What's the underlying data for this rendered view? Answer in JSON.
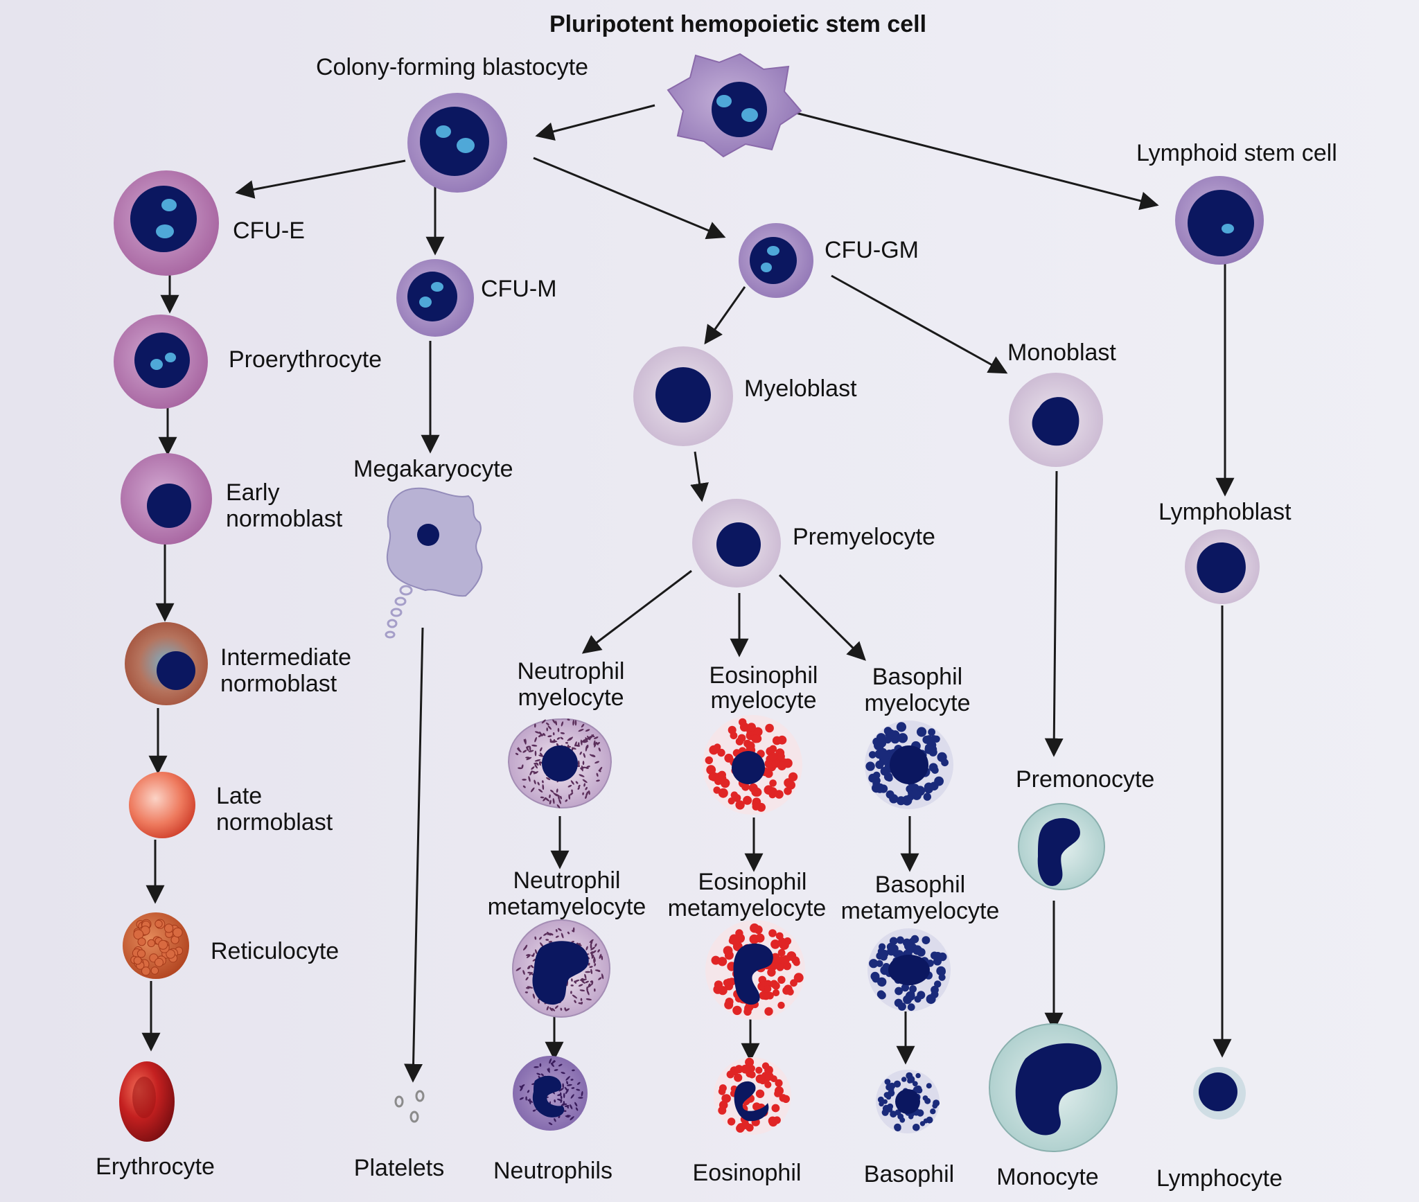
{
  "title": "Pluripotent hemopoietic stem cell",
  "stem_cells": {
    "blastocyte": "Colony-forming blastocyte",
    "lymphoid": "Lymphoid stem cell"
  },
  "progenitors": {
    "cfu_e": "CFU-E",
    "cfu_m": "CFU-M",
    "cfu_gm": "CFU-GM"
  },
  "erythroid": {
    "proerythrocyte": "Proerythrocyte",
    "early_normoblast": [
      "Early",
      "normoblast"
    ],
    "intermediate_normoblast": [
      "Intermediate",
      "normoblast"
    ],
    "late_normoblast": [
      "Late",
      "normoblast"
    ],
    "reticulocyte": "Reticulocyte"
  },
  "megakaryocyte": "Megakaryocyte",
  "granulocytic": {
    "myeloblast": "Myeloblast",
    "premyelocyte": "Premyelocyte",
    "neutrophil_myelocyte": [
      "Neutrophil",
      "myelocyte"
    ],
    "eosinophil_myelocyte": [
      "Eosinophil",
      "myelocyte"
    ],
    "basophil_myelocyte": [
      "Basophil",
      "myelocyte"
    ],
    "neutrophil_metamyelocyte": [
      "Neutrophil",
      "metamyelocyte"
    ],
    "eosinophil_metamyelocyte": [
      "Eosinophil",
      "metamyelocyte"
    ],
    "basophil_metamyelocyte": [
      "Basophil",
      "metamyelocyte"
    ]
  },
  "monocytic": {
    "monoblast": "Monoblast",
    "premonocyte": "Premonocyte"
  },
  "lymphoblast": "Lymphoblast",
  "mature_cells": {
    "erythrocyte": "Erythrocyte",
    "platelets": "Platelets",
    "neutrophils": "Neutrophils",
    "eosinophil": "Eosinophil",
    "basophil": "Basophil",
    "monocyte": "Monocyte",
    "lymphocyte": "Lymphocyte"
  },
  "colors": {
    "nucleus": "#0b1760",
    "nucleolus": "#4fa8d8",
    "stem_cytoplasm": "#a98cc4",
    "erythroid_cytoplasm": "#b98cc0",
    "myeloid_cytoplasm": "#ddd3e2",
    "eosin_granule": "#e02525",
    "mono_cytoplasm": "#c5dedd",
    "rbc": "#c42424",
    "arrow": "#1a1a1a"
  }
}
